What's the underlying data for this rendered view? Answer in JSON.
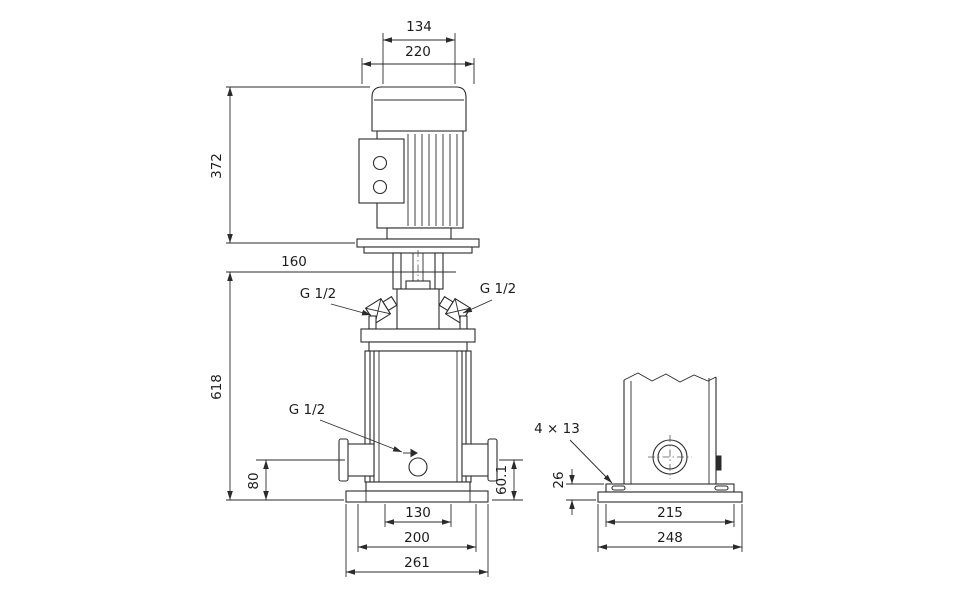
{
  "colors": {
    "line": "#2b2b2b",
    "background": "#ffffff"
  },
  "front_view": {
    "dim_fan_width": "134",
    "dim_motor_width": "220",
    "dim_motor_height": "372",
    "dim_service_space": "160",
    "dim_total_height": "618",
    "port_left_label": "G 1/2",
    "port_right_label": "G 1/2",
    "port_drain_label": "G 1/2",
    "dim_port_height_left": "80",
    "dim_port_height_right": "60.1",
    "dim_base_inner": "130",
    "dim_base_mid": "200",
    "dim_base_outer": "261"
  },
  "side_view": {
    "slot_label": "4 × 13",
    "dim_base_height": "26",
    "dim_base_top_width": "215",
    "dim_base_bottom_width": "248"
  }
}
